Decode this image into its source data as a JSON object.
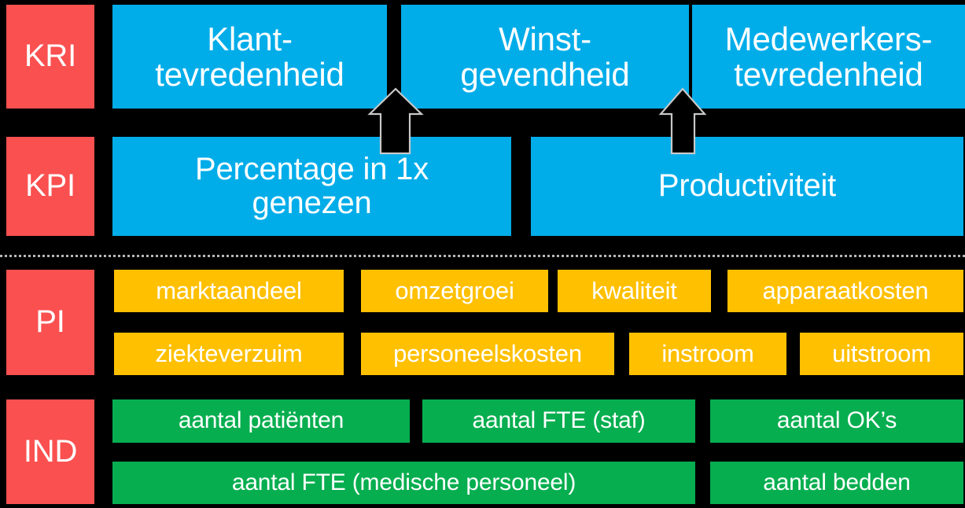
{
  "diagram": {
    "title": "KRI / KPI / PI / IND prestatie-indicatoren piramide",
    "background_color": "#000000",
    "colors": {
      "category_label": "#fa5050",
      "kri_kpi_box": "#01ade9",
      "pi_box": "#ffc000",
      "ind_box": "#07ae4f",
      "text": "#ffffff",
      "divider": "#d8d8d8",
      "arrow_fill": "#000000",
      "arrow_outline": "#c8c8c8"
    },
    "levels": [
      {
        "label": "KRI",
        "boxes": [
          {
            "text": "Klant-\ntevredenheid"
          },
          {
            "text": "Winst-\ngevendheid"
          },
          {
            "text": "Medewerkers-\ntevredenheid"
          }
        ]
      },
      {
        "label": "KPI",
        "boxes": [
          {
            "text": "Percentage in 1x\ngenezen"
          },
          {
            "text": "Productiviteit"
          }
        ]
      },
      {
        "label": "PI",
        "rows": [
          [
            {
              "text": "marktaandeel"
            },
            {
              "text": "omzetgroei"
            },
            {
              "text": "kwaliteit"
            },
            {
              "text": "apparaatkosten"
            }
          ],
          [
            {
              "text": "ziekteverzuim"
            },
            {
              "text": "personeelskosten"
            },
            {
              "text": "instroom"
            },
            {
              "text": "uitstroom"
            }
          ]
        ]
      },
      {
        "label": "IND",
        "rows": [
          [
            {
              "text": "aantal patiënten"
            },
            {
              "text": "aantal FTE (staf)"
            },
            {
              "text": "aantal OK’s"
            }
          ],
          [
            {
              "text": "aantal FTE (medische personeel)"
            },
            {
              "text": "aantal bedden"
            }
          ]
        ]
      }
    ],
    "connectors": [
      {
        "name": "arrow-genezen-to-winstgevendheid",
        "direction": "up"
      },
      {
        "name": "arrow-productiviteit-to-medewerkerstevredenheid",
        "direction": "up"
      }
    ]
  }
}
